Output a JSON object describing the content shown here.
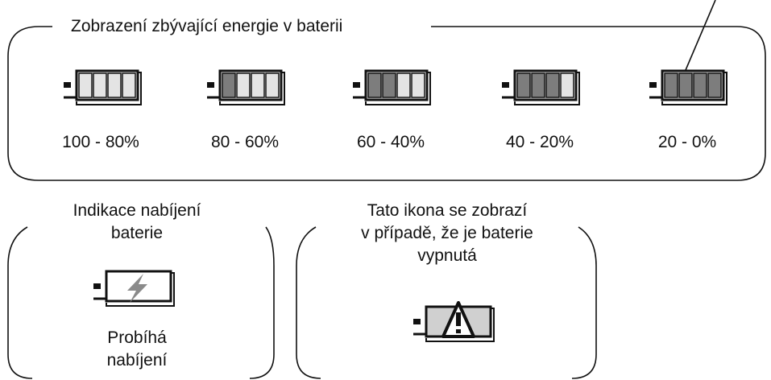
{
  "energy_panel": {
    "title": "Zobrazení zbývající energie v baterii",
    "levels": [
      {
        "label": "100 - 80%",
        "filled_segments": 0
      },
      {
        "label": "80 - 60%",
        "filled_segments": 1
      },
      {
        "label": "60 - 40%",
        "filled_segments": 2
      },
      {
        "label": "40 - 20%",
        "filled_segments": 3
      },
      {
        "label": "20 - 0%",
        "filled_segments": 4
      }
    ]
  },
  "charging_panel": {
    "title_line1": "Indikace nabíjení",
    "title_line2": "baterie",
    "status_line1": "Probíhá",
    "status_line2": "nabíjení"
  },
  "off_panel": {
    "line1": "Tato ikona se zobrazí",
    "line2": "v případě, že je baterie",
    "line3": "vypnutá"
  },
  "colors": {
    "empty_segment": "#e4e4e4",
    "filled_segment": "#7d7d7d",
    "charging_bolt": "#8a8a8a",
    "warning_fill": "#d0d0d0"
  }
}
